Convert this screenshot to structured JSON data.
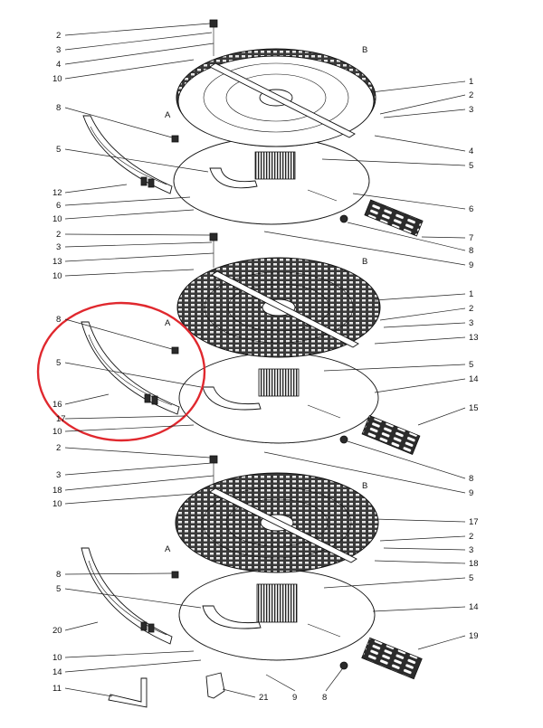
{
  "diagram": {
    "assemblies": [
      {
        "id": "assembly-1",
        "letters": [
          "A",
          "B"
        ],
        "callouts": [
          "2",
          "3",
          "4",
          "10",
          "8",
          "5",
          "12",
          "6",
          "10",
          "1",
          "2",
          "3",
          "4",
          "5",
          "6",
          "7",
          "8",
          "9"
        ]
      },
      {
        "id": "assembly-2",
        "letters": [
          "A",
          "B"
        ],
        "callouts": [
          "2",
          "3",
          "13",
          "10",
          "8",
          "5",
          "16",
          "17",
          "10",
          "1",
          "2",
          "3",
          "13",
          "5",
          "14",
          "15",
          "8",
          "9"
        ]
      },
      {
        "id": "assembly-3",
        "letters": [
          "A",
          "B"
        ],
        "callouts": [
          "2",
          "3",
          "18",
          "10",
          "8",
          "5",
          "20",
          "10",
          "14",
          "11",
          "21",
          "9",
          "8",
          "17",
          "2",
          "3",
          "18",
          "5",
          "14",
          "19"
        ]
      }
    ],
    "highlight_color": "#e0282e",
    "line_color": "#111111"
  }
}
